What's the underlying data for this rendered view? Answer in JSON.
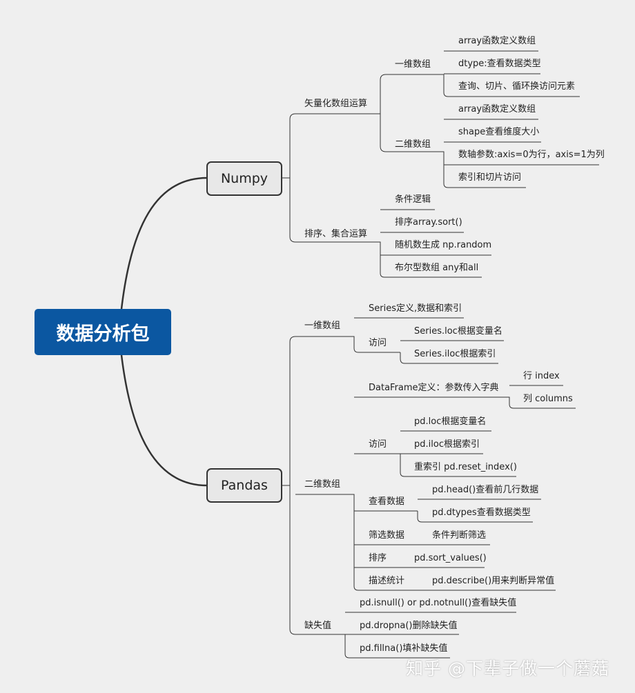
{
  "root": "数据分析包",
  "numpy": {
    "title": "Numpy",
    "vector": {
      "title": "矢量化数组运算",
      "one_d": {
        "title": "一维数组",
        "items": [
          "array函数定义数组",
          "dtype:查看数据类型",
          "查询、切片、循环换访问元素"
        ]
      },
      "two_d": {
        "title": "二维数组",
        "items": [
          "array函数定义数组",
          "shape查看维度大小",
          "数轴参数:axis=0为行，axis=1为列",
          "索引和切片访问"
        ]
      }
    },
    "sort": {
      "title": "排序、集合运算",
      "items": [
        "条件逻辑",
        "排序array.sort()",
        "随机数生成 np.random",
        "布尔型数组 any和all"
      ]
    }
  },
  "pandas": {
    "title": "Pandas",
    "one_d": {
      "title": "一维数组",
      "series_def": "Series定义,数据和索引",
      "access": {
        "title": "访问",
        "items": [
          "Series.loc根据变量名",
          "Series.iloc根据索引"
        ]
      }
    },
    "two_d": {
      "title": "二维数组",
      "df_def": {
        "title": "DataFrame定义：参数传入字典",
        "items": [
          "行 index",
          "列 columns"
        ]
      },
      "access": {
        "title": "访问",
        "items": [
          "pd.loc根据变量名",
          "pd.iloc根据索引",
          "重索引 pd.reset_index()"
        ]
      },
      "view": {
        "title": "查看数据",
        "items": [
          "pd.head()查看前几行数据",
          "pd.dtypes查看数据类型"
        ]
      },
      "filter": {
        "title": "筛选数据",
        "item": "条件判断筛选"
      },
      "sort": {
        "title": "排序",
        "item": "pd.sort_values()"
      },
      "stats": {
        "title": "描述统计",
        "item": "pd.describe()用来判断异常值"
      }
    },
    "missing": {
      "title": "缺失值",
      "items": [
        "pd.isnull() or pd.notnull()查看缺失值",
        "pd.dropna()删除缺失值",
        "pd.fillna()填补缺失值"
      ]
    }
  },
  "watermark": "知乎 @下辈子做一个蘑菇",
  "colors": {
    "root_bg": "#0b57a1",
    "line": "#333333",
    "background": "#efefef"
  }
}
